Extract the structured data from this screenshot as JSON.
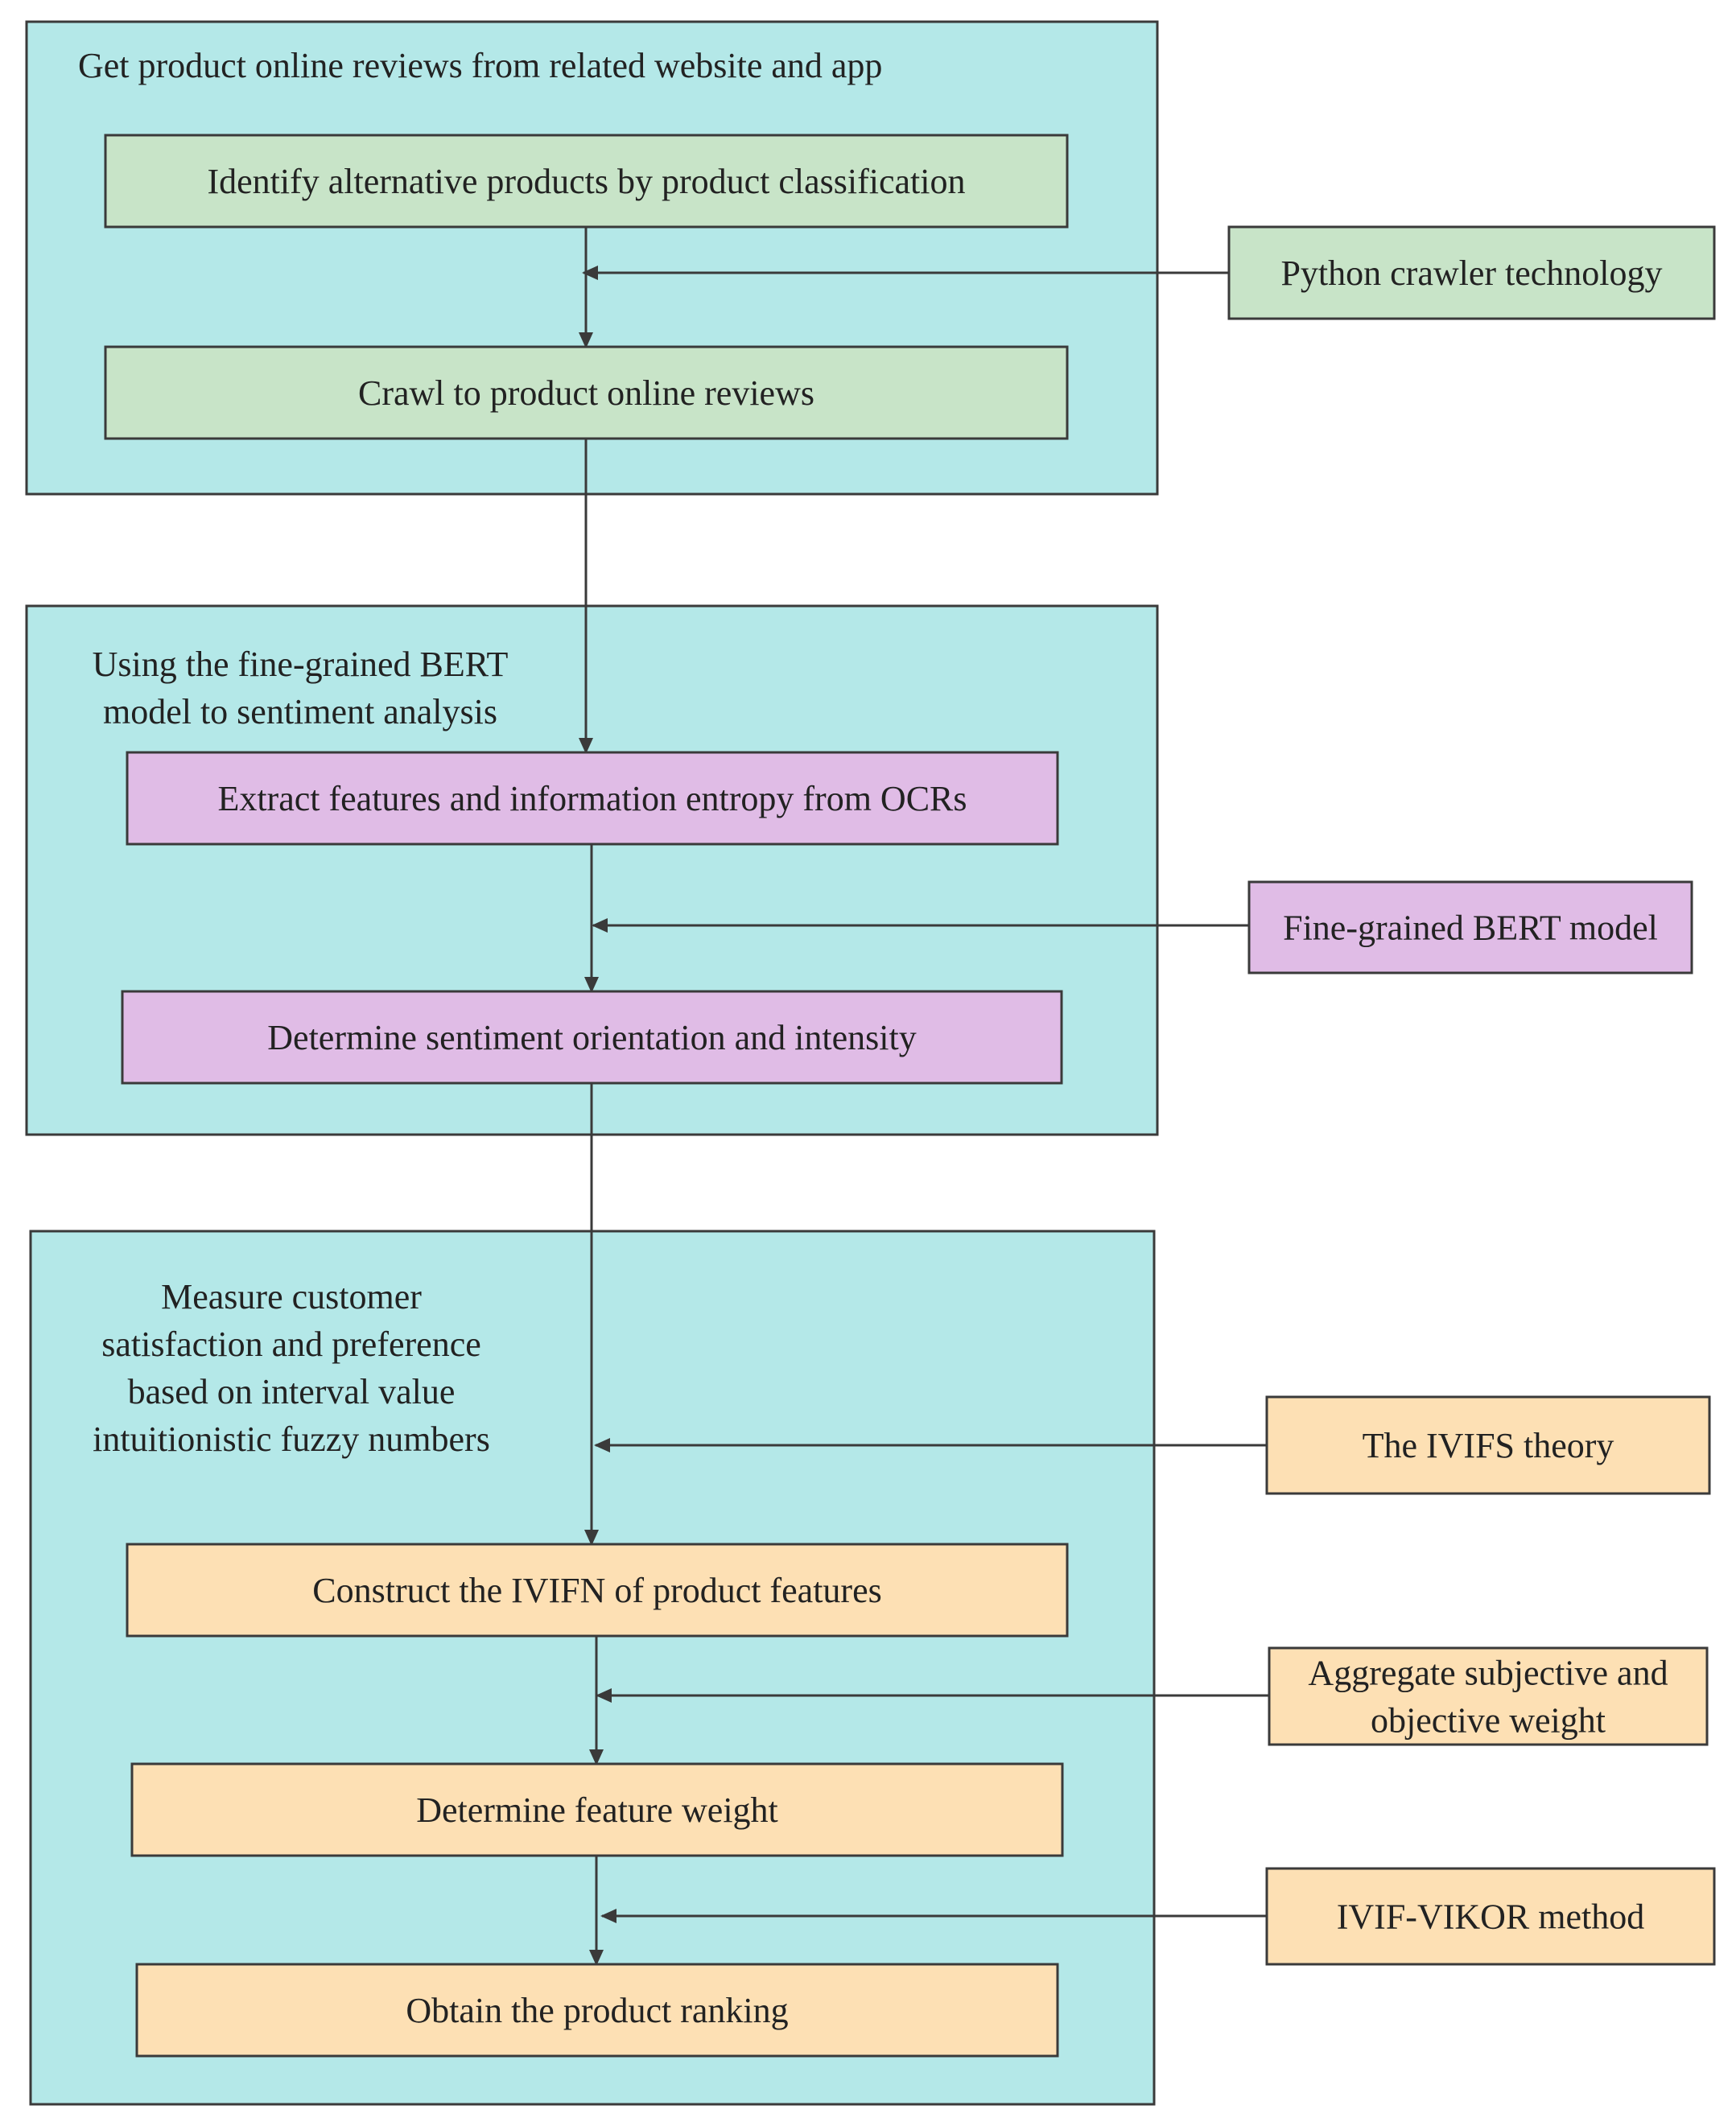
{
  "colors": {
    "panel_fill": "#b4e8e8",
    "panel_stroke": "#3a3a3a",
    "green_fill": "#c8e4c8",
    "purple_fill": "#e0bce6",
    "orange_fill": "#fde0b4",
    "arrow": "#3a3a3a",
    "text": "#222222"
  },
  "panels": [
    {
      "id": "panel-1",
      "title_lines": [
        "Get product online reviews from related website and app"
      ]
    },
    {
      "id": "panel-2",
      "title_lines": [
        "Using the fine-grained BERT",
        "model to sentiment analysis"
      ]
    },
    {
      "id": "panel-3",
      "title_lines": [
        "Measure customer",
        "satisfaction and preference",
        "based on interval value",
        "intuitionistic fuzzy numbers"
      ]
    }
  ],
  "boxes": [
    {
      "id": "identify-alternatives",
      "color": "green",
      "lines": [
        "Identify alternative products by product classification"
      ]
    },
    {
      "id": "crawl-reviews",
      "color": "green",
      "lines": [
        "Crawl to product online reviews"
      ]
    },
    {
      "id": "python-crawler",
      "color": "green",
      "lines": [
        "Python crawler technology"
      ]
    },
    {
      "id": "extract-features",
      "color": "purple",
      "lines": [
        "Extract features and information entropy from OCRs"
      ]
    },
    {
      "id": "determine-sentiment",
      "color": "purple",
      "lines": [
        "Determine sentiment orientation and intensity"
      ]
    },
    {
      "id": "fine-grained-bert",
      "color": "purple",
      "lines": [
        "Fine-grained BERT model"
      ]
    },
    {
      "id": "ivifs-theory",
      "color": "orange",
      "lines": [
        "The IVIFS theory"
      ]
    },
    {
      "id": "construct-ivifn",
      "color": "orange",
      "lines": [
        "Construct the IVIFN of product features"
      ]
    },
    {
      "id": "aggregate-weight",
      "color": "orange",
      "lines": [
        "Aggregate subjective and",
        "objective weight"
      ]
    },
    {
      "id": "determine-weight",
      "color": "orange",
      "lines": [
        "Determine feature weight"
      ]
    },
    {
      "id": "ivif-vikor",
      "color": "orange",
      "lines": [
        "IVIF-VIKOR method"
      ]
    },
    {
      "id": "obtain-ranking",
      "color": "orange",
      "lines": [
        "Obtain the product ranking"
      ]
    }
  ]
}
